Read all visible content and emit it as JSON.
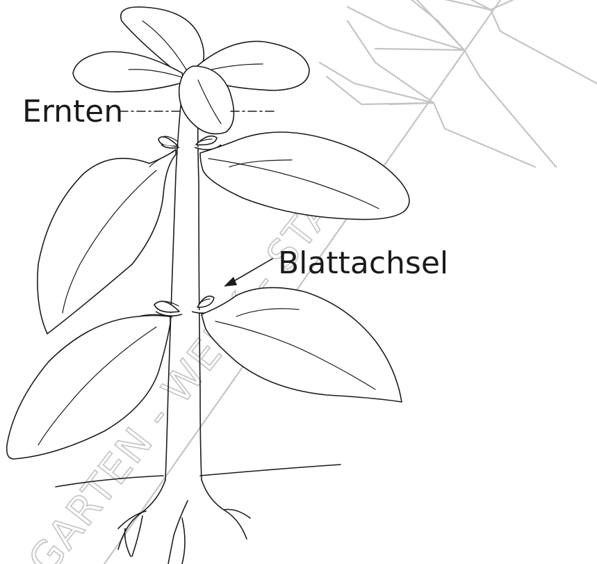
{
  "labels": {
    "harvest": "Ernten",
    "leaf_axil": "Blattachsel"
  },
  "watermark": {
    "text": "GARTEN - WERK - STADT",
    "color": "#c4c4c4"
  },
  "colors": {
    "ink": "#1b1b1b",
    "background": "#ffffff"
  }
}
